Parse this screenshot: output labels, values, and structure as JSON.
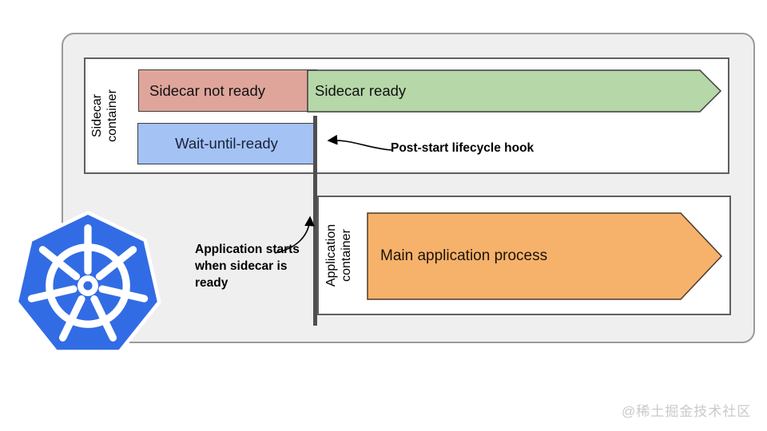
{
  "sidecar": {
    "container_label": "Sidecar container",
    "not_ready": "Sidecar not ready",
    "ready": "Sidecar ready",
    "wait_until_ready": "Wait-until-ready"
  },
  "application": {
    "container_label": "Application container",
    "main_process": "Main application process"
  },
  "annotations": {
    "post_start_hook": "Post-start lifecycle hook",
    "app_start": "Application starts when sidecar is ready"
  },
  "icons": {
    "kubernetes": "kubernetes-logo"
  },
  "colors": {
    "sidecar_not_ready": "#DFA59B",
    "sidecar_ready": "#B6D7A8",
    "wait_until_ready": "#A4C2F4",
    "main_process": "#F6B26B",
    "kubernetes_blue": "#326CE5",
    "outer_panel": "#EFEFEF"
  },
  "watermark": "@稀土掘金技术社区"
}
